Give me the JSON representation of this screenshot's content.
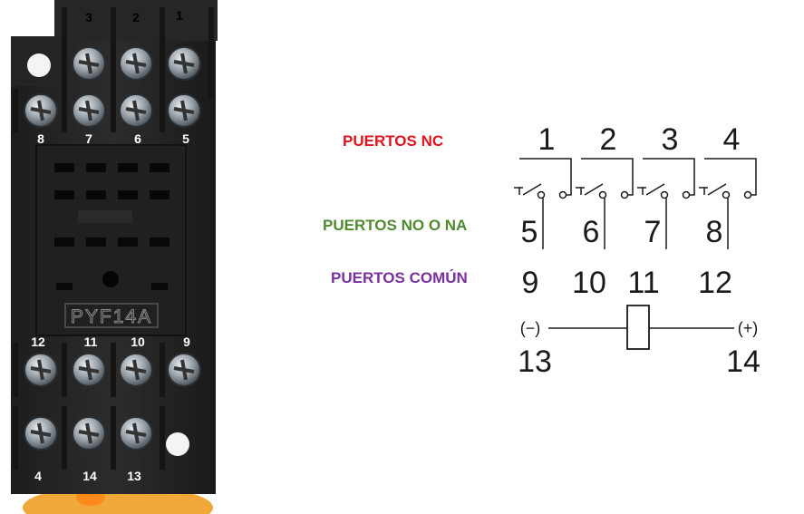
{
  "socket": {
    "top_labels": [
      "3",
      "2",
      "1"
    ],
    "upper_row_labels": [
      "8",
      "7",
      "6",
      "5"
    ],
    "lower_row_labels": [
      "12",
      "11",
      "10",
      "9"
    ],
    "bottom_labels": [
      "4",
      "14",
      "13"
    ],
    "model_text": "PYF14A"
  },
  "legend": {
    "nc": "PUERTOS NC",
    "no": "PUERTOS NO O NA",
    "common": "PUERTOS COMÚN"
  },
  "schematic": {
    "nc_numbers": [
      "1",
      "2",
      "3",
      "4"
    ],
    "no_numbers": [
      "5",
      "6",
      "7",
      "8"
    ],
    "common_numbers": [
      "9",
      "10",
      "11",
      "12"
    ],
    "coil_minus_symbol": "(−)",
    "coil_plus_symbol": "(+)",
    "coil_numbers": [
      "13",
      "14"
    ]
  },
  "colors": {
    "nc": "#e0141e",
    "no": "#4f8a2e",
    "common": "#7a30a0"
  }
}
